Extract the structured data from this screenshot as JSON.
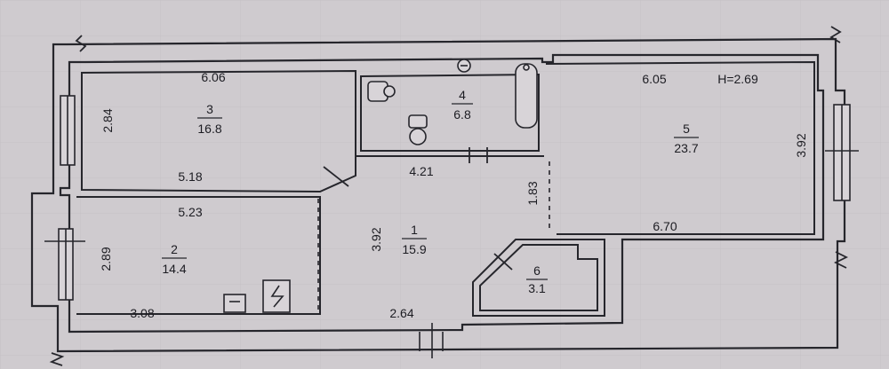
{
  "plan": {
    "height_note": "H=2.69",
    "rooms": [
      {
        "number": "1",
        "area": "15.9"
      },
      {
        "number": "2",
        "area": "14.4"
      },
      {
        "number": "3",
        "area": "16.8"
      },
      {
        "number": "4",
        "area": "6.8"
      },
      {
        "number": "5",
        "area": "23.7"
      },
      {
        "number": "6",
        "area": "3.1"
      }
    ],
    "dimensions": {
      "r3_top": "6.06",
      "r3_left": "2.84",
      "r3_bottom": "5.18",
      "r2_top": "5.23",
      "r2_left": "2.89",
      "r2_bottom": "3.08",
      "r1_left": "3.92",
      "r1_top": "4.21",
      "r1_right": "1.83",
      "r1_bottom": "2.64",
      "r5_top": "6.05",
      "r5_right": "3.92",
      "r5_bottom": "6.70"
    }
  }
}
